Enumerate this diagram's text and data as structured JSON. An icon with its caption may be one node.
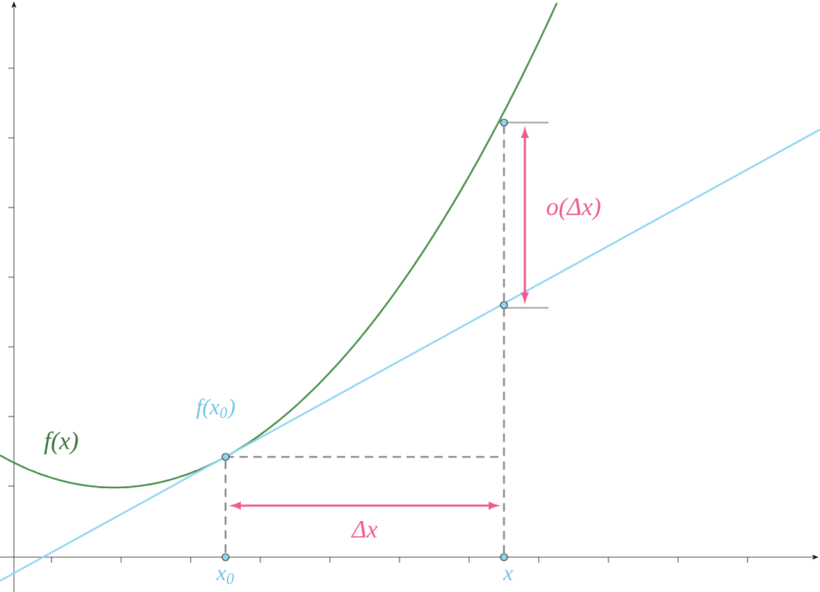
{
  "diagram": {
    "nodes": [
      {
        "text": [],
        "shape": "circle",
        "beside": [
          "f(x$_{0}$)"
        ]
      },
      {
        "text": [],
        "shape": "circle",
        "beside": [
          "x$_{0}$"
        ]
      },
      {
        "text": [],
        "shape": "circle",
        "beside": [
          "x"
        ]
      },
      {
        "text": [],
        "shape": "circle"
      },
      {
        "text": [],
        "shape": "circle"
      }
    ],
    "edges": [
      {
        "from": 0,
        "to": 1,
        "arrow": "none",
        "style": "dashed"
      },
      {
        "from": 2,
        "to": 4,
        "arrow": "none",
        "style": "dashed"
      },
      {
        "from": 4,
        "to": 3,
        "arrow": "none",
        "style": "dashed"
      }
    ],
    "labels": [
      "f(x)",
      "Δx",
      "o(Δx)"
    ]
  }
}
